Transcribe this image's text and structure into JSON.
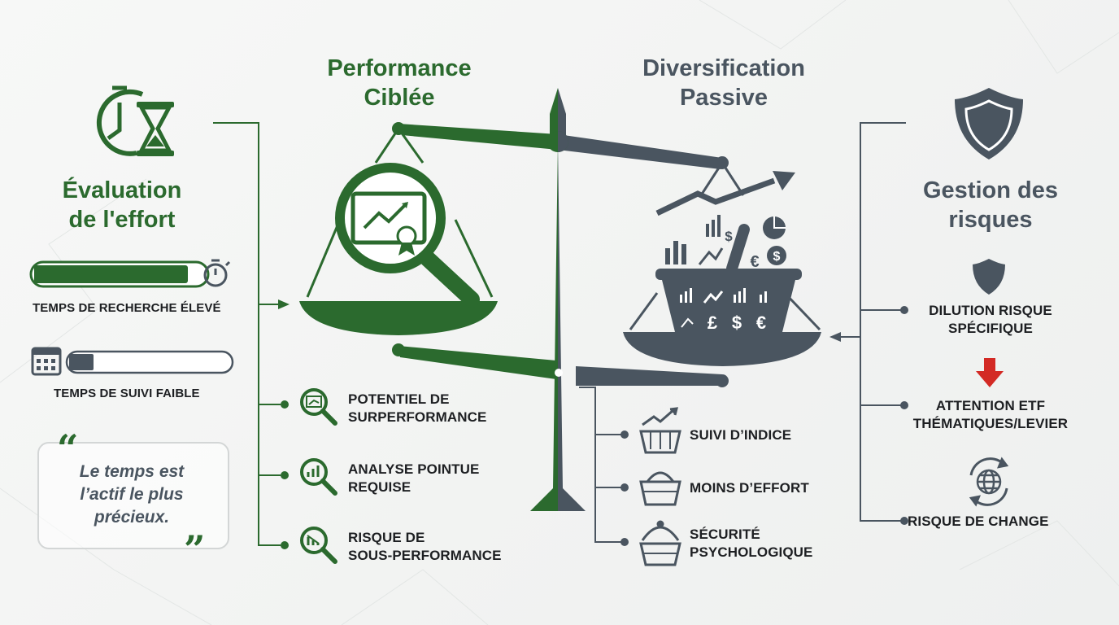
{
  "titles": {
    "left_pan": "Performance Ciblée",
    "left_pan_line1": "Performance",
    "left_pan_line2": "Ciblée",
    "right_pan_line1": "Diversification",
    "right_pan_line2": "Passive",
    "effort_line1": "Évaluation",
    "effort_line2": "de l'effort",
    "risk_line1": "Gestion des",
    "risk_line2": "risques"
  },
  "effort": {
    "research_time_label": "TEMPS DE RECHERCHE ÉLEVÉ",
    "research_time_level": 0.9,
    "follow_time_label": "TEMPS DE SUIVI FAIBLE",
    "follow_time_level": 0.15,
    "quote_line1": "Le temps est",
    "quote_line2": "l’actif le plus",
    "quote_line3": "précieux."
  },
  "targeted_items": [
    {
      "line1": "POTENTIEL DE",
      "line2": "SURPERFORMANCE",
      "icon": "magnifier-chart-icon"
    },
    {
      "line1": "ANALYSE POINTUE",
      "line2": "REQUISE",
      "icon": "magnifier-analysis-icon"
    },
    {
      "line1": "RISQUE DE",
      "line2": "SOUS-PERFORMANCE",
      "icon": "magnifier-decline-icon"
    }
  ],
  "passive_items": [
    {
      "line1": "SUIVI D’INDICE",
      "icon": "basket-chart-icon"
    },
    {
      "line1": "MOINS D’EFFORT",
      "icon": "basket-icon"
    },
    {
      "line1": "SÉCURITÉ",
      "line2": "PSYCHOLOGIQUE",
      "icon": "covered-basket-icon"
    }
  ],
  "risk_items": [
    {
      "line1": "DILUTION RISQUE",
      "line2": "SPÉCIFIQUE",
      "icon": "shield-icon"
    },
    {
      "line1": "ATTENTION ETF",
      "line2": "THÉMATIQUES/LEVIER",
      "icon": "down-arrow-icon"
    },
    {
      "line1": "RISQUE DE CHANGE",
      "icon": "globe-exchange-icon"
    }
  ],
  "basket_symbols": [
    "$",
    "€",
    "$",
    "£",
    "$",
    "€"
  ],
  "colors": {
    "green": "#2b6a2e",
    "slate": "#4a5560",
    "alert_red": "#d32a24",
    "text_dark": "#1d1f22"
  }
}
